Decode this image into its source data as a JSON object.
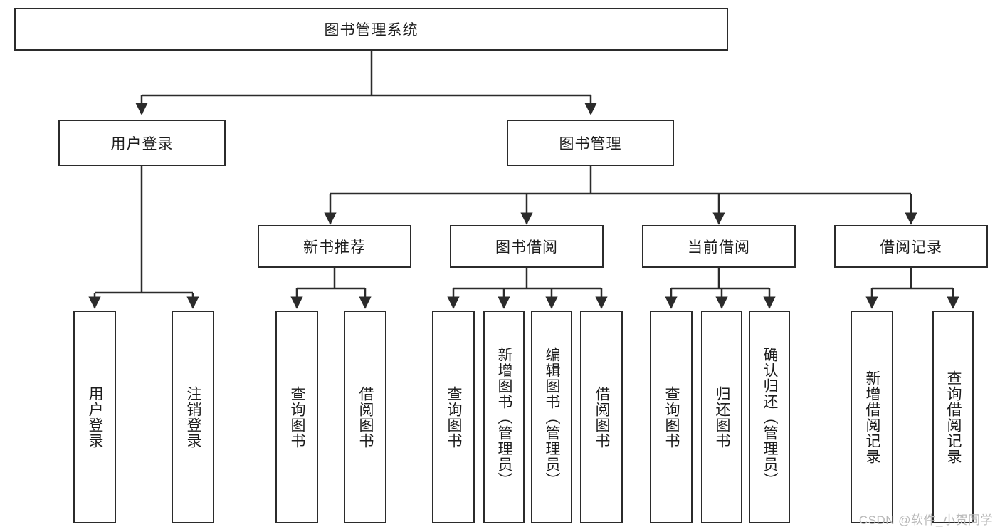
{
  "diagram": {
    "type": "hierarchy-tree",
    "title": "图书管理系统",
    "watermark": "CSDN @软件_小贺同学",
    "colors": {
      "box_border": "#2b2b2b",
      "box_fill": "#ffffff",
      "connector": "#2b2b2b",
      "text": "#1c1c1c",
      "watermark": "#b9b9b9"
    },
    "nodes": {
      "root": {
        "label": "图书管理系统"
      },
      "level2": [
        {
          "label": "用户登录"
        },
        {
          "label": "图书管理"
        }
      ],
      "level3": [
        {
          "label": "新书推荐"
        },
        {
          "label": "图书借阅"
        },
        {
          "label": "当前借阅"
        },
        {
          "label": "借阅记录"
        }
      ],
      "leaves": {
        "user_login": [
          {
            "label": "用户登录"
          },
          {
            "label": "注销登录"
          }
        ],
        "new_book_recommend": [
          {
            "label": "查询图书"
          },
          {
            "label": "借阅图书"
          }
        ],
        "book_borrow": [
          {
            "label": "查询图书"
          },
          {
            "label": "新增图书（管理员）"
          },
          {
            "label": "编辑图书（管理员）"
          },
          {
            "label": "借阅图书"
          }
        ],
        "current_borrow": [
          {
            "label": "查询图书"
          },
          {
            "label": "归还图书"
          },
          {
            "label": "确认归还（管理员）"
          }
        ],
        "borrow_record": [
          {
            "label": "新增借阅记录"
          },
          {
            "label": "查询借阅记录"
          }
        ]
      }
    }
  }
}
